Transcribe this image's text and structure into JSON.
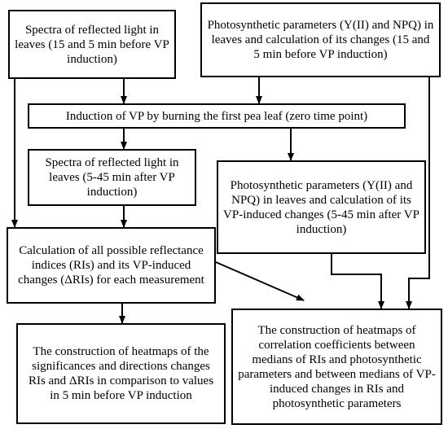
{
  "boxes": {
    "spectra_before": "Spectra of reflected light in leaves (15 and 5 min before VP induction)",
    "photo_before": "Photosynthetic parameters (Y(II) and NPQ) in leaves and calculation of its changes (15 and 5 min before VP induction)",
    "induction": "Induction of VP by burning the first pea leaf (zero time point)",
    "spectra_after": "Spectra of reflected light in leaves (5-45 min after VP induction)",
    "photo_after": "Photosynthetic parameters (Y(II) and NPQ) in leaves and calculation of its VP-induced changes (5-45 min after VP induction)",
    "calculation": "Calculation of all possible reflectance indices (RIs) and its VP-induced changes (ΔRIs) for each measurement",
    "heatmap_significance": "The construction of heatmaps of the significances and directions changes RIs and ΔRIs in comparison to values in 5 min before VP induction",
    "heatmap_correlation": "The construction of heatmaps of correlation coefficients between medians of RIs and photosynthetic parameters and between medians of VP-induced changes in RIs and photosynthetic parameters"
  }
}
